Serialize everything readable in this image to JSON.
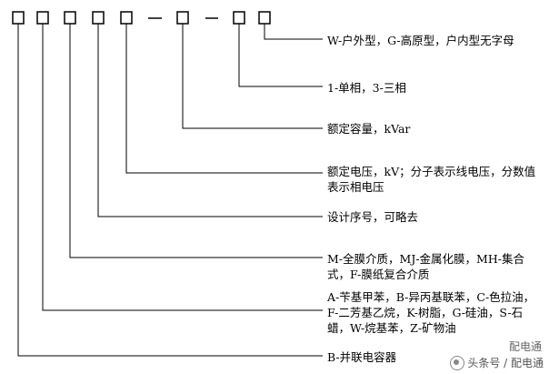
{
  "code_parts": [
    "",
    "",
    "",
    "",
    "",
    "-",
    "",
    "-",
    "",
    ""
  ],
  "descriptions": [
    "W-户外型，G-高原型，户内型无字母",
    "1-单相，3-三相",
    "额定容量，kVar",
    "额定电压，kV；分子表示线电压，分数值表示相电压",
    "设计序号，可略去",
    "M-全膜介质，MJ-金属化膜，MH-集合式，F-膜纸复合介质",
    "A-苄基甲苯，B-异丙基联苯，C-色拉油，F-二芳基乙烷，K-树脂，G-硅油，S-石蜡，W-烷基苯，Z-矿物油",
    "B-并联电容器"
  ],
  "watermark": {
    "top": "配电通",
    "bottom": "头条号 / 配电通"
  }
}
